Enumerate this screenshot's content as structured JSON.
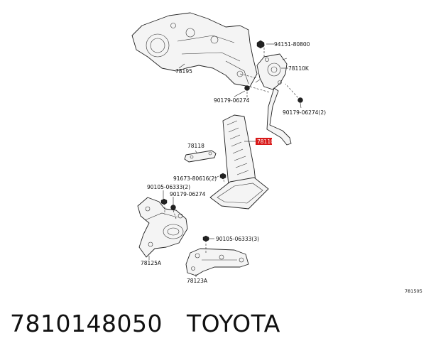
{
  "labels": {
    "bracket_upper": "78195",
    "bolt_upper": "94151-80800",
    "sensor": "78110K",
    "bolt_mid_left": "90179-06274",
    "bolt_mid_right": "90179-06274(2)",
    "pedal_highlight": "78110",
    "plate": "78118",
    "bolt_pedal": "91673-80616(2)",
    "bolt_lower_a": "90105-06333(2)",
    "bolt_lower_b": "90179-06274",
    "bracket_lower_left": "78125A",
    "bolt_lower_c": "90105-06333(3)",
    "bracket_lower_right": "78123A",
    "figure_ref": "781505"
  },
  "caption": {
    "part_number": "7810148050",
    "brand": "TOYOTA"
  },
  "colors": {
    "highlight": "#d81818",
    "line": "#222222"
  }
}
